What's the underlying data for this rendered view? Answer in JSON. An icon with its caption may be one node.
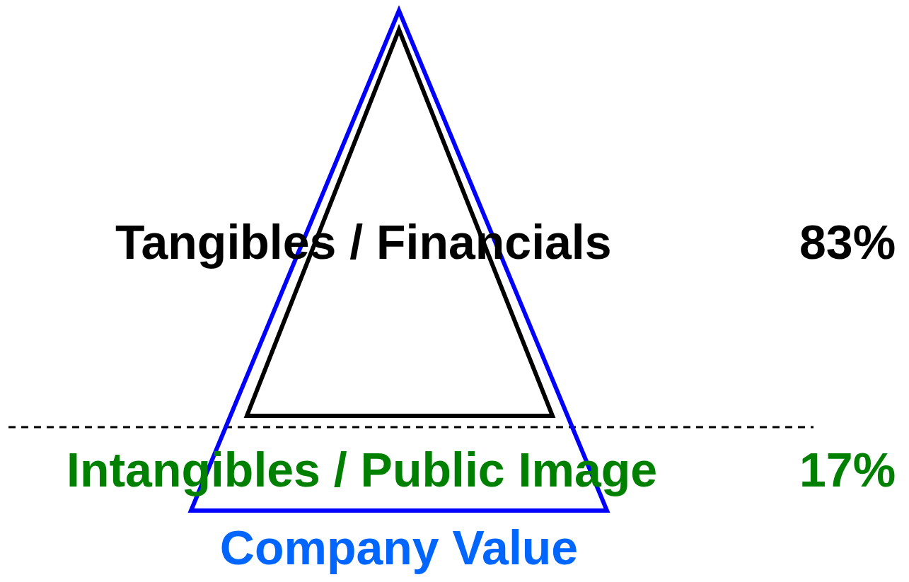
{
  "diagram": {
    "nodes": [
      {
        "text": [
          "Company Value"
        ]
      },
      {
        "text": [],
        "shape": "triangle",
        "in": 0
      }
    ],
    "edges": [],
    "labels": [
      "Tangibles / Financials",
      "83%",
      "Intangibles / Public Image",
      "17%"
    ]
  }
}
